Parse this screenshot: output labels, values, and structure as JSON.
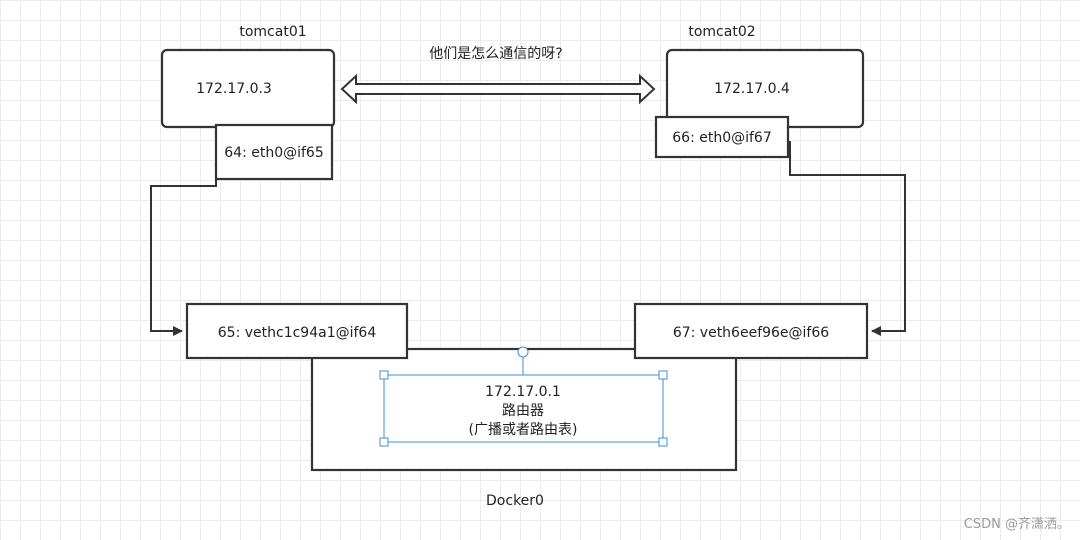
{
  "nodes": {
    "tomcat01": {
      "title": "tomcat01",
      "ip": "172.17.0.3",
      "iface": "64: eth0@if65"
    },
    "tomcat02": {
      "title": "tomcat02",
      "ip": "172.17.0.4",
      "iface": "66: eth0@if67"
    },
    "veth_left": "65: vethc1c94a1@if64",
    "veth_right": "67: veth6eef96e@if66",
    "docker0": {
      "label": "Docker0",
      "router_ip": "172.17.0.1",
      "router_name": "路由器",
      "router_desc": "(广播或者路由表)"
    }
  },
  "question": "他们是怎么通信的呀?",
  "watermark": "CSDN @齐潇洒。"
}
